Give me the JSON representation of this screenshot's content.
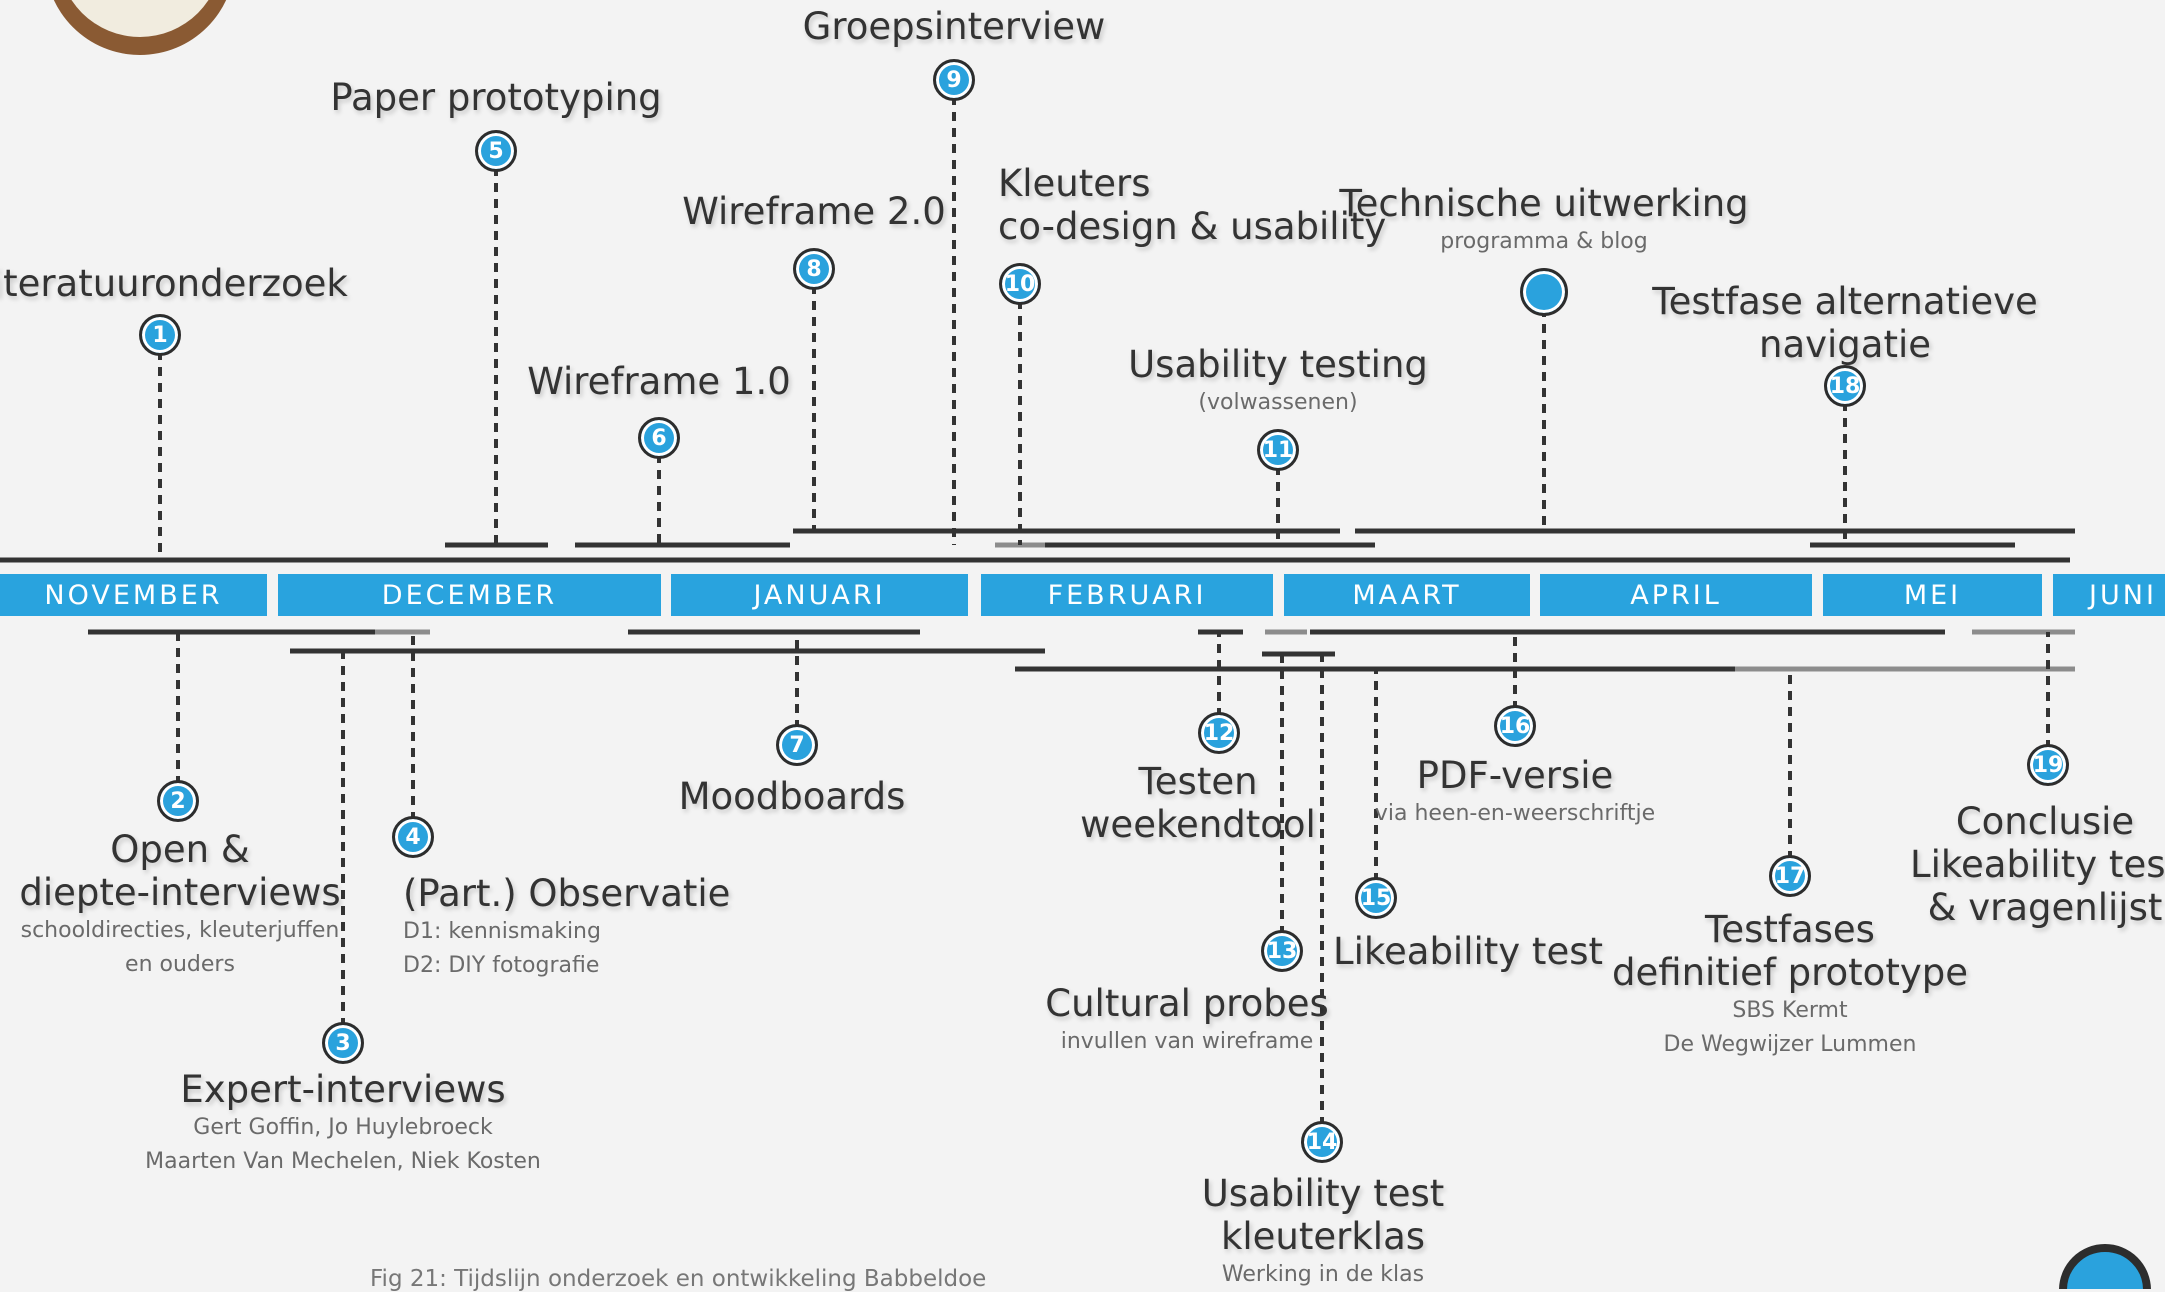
{
  "months": [
    "NOVEMBER",
    "DECEMBER",
    "JANUARI",
    "FEBRUARI",
    "MAART",
    "APRIL",
    "MEI",
    "JUNI"
  ],
  "items": [
    {
      "num": "1",
      "title": [
        "Literatuuronderzoek"
      ],
      "sub": []
    },
    {
      "num": "2",
      "title": [
        "Open &",
        "diepte-interviews"
      ],
      "sub": [
        "schooldirecties, kleuterjuffen",
        "en ouders"
      ]
    },
    {
      "num": "3",
      "title": [
        "Expert-interviews"
      ],
      "sub": [
        "Gert Goffin, Jo Huylebroeck",
        "Maarten Van Mechelen, Niek Kosten"
      ]
    },
    {
      "num": "4",
      "title": [
        "(Part.) Observatie"
      ],
      "sub": [
        "D1: kennismaking",
        "D2: DIY fotografie"
      ]
    },
    {
      "num": "5",
      "title": [
        "Paper prototyping"
      ],
      "sub": []
    },
    {
      "num": "6",
      "title": [
        "Wireframe 1.0"
      ],
      "sub": []
    },
    {
      "num": "7",
      "title": [
        "Moodboards"
      ],
      "sub": []
    },
    {
      "num": "8",
      "title": [
        "Wireframe 2.0"
      ],
      "sub": []
    },
    {
      "num": "9",
      "title": [
        "Groepsinterview"
      ],
      "sub": []
    },
    {
      "num": "10",
      "title": [
        "Kleuters",
        "co-design & usability"
      ],
      "sub": []
    },
    {
      "num": "11",
      "title": [
        "Usability testing"
      ],
      "sub": [
        "(volwassenen)"
      ]
    },
    {
      "num": "12",
      "title": [
        "Testen",
        "weekendtool"
      ],
      "sub": []
    },
    {
      "num": "13",
      "title": [
        "Cultural probes"
      ],
      "sub": [
        "invullen van wireframe"
      ]
    },
    {
      "num": "14",
      "title": [
        "Usability test",
        "kleuterklas"
      ],
      "sub": [
        "Werking in de klas"
      ]
    },
    {
      "num": "15",
      "title": [
        "Likeability test"
      ],
      "sub": []
    },
    {
      "num": "16",
      "title": [
        "PDF-versie"
      ],
      "sub": [
        "via heen-en-weerschriftje"
      ]
    },
    {
      "num": "17",
      "title": [
        "Testfases",
        "definitief prototype"
      ],
      "sub": [
        "SBS Kermt",
        "De Wegwijzer Lummen"
      ]
    },
    {
      "num": "18",
      "title": [
        "Testfase alternatieve",
        "navigatie"
      ],
      "sub": []
    },
    {
      "num": "19",
      "title": [
        "Conclusie",
        "Likeability test",
        "& vragenlijst"
      ],
      "sub": []
    },
    {
      "num": "",
      "title": [
        "Technische uitwerking"
      ],
      "sub": [
        "programma & blog"
      ]
    }
  ],
  "caption": "Fig 21: Tijdslijn onderzoek en ontwikkeling Babbeldoe"
}
